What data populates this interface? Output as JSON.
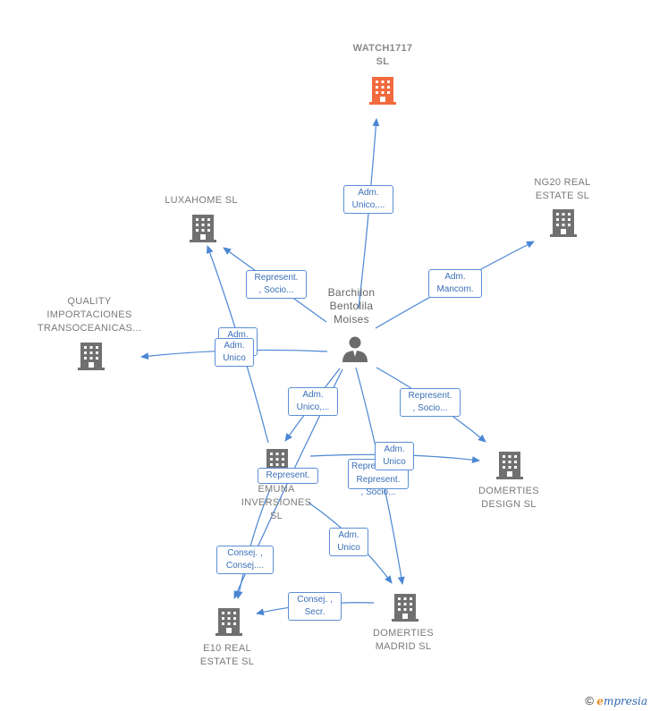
{
  "center": {
    "name": "Barchilon\nBentolila\nMoises"
  },
  "companies": [
    {
      "id": "watch",
      "name": "WATCH1717\nSL",
      "focus": true
    },
    {
      "id": "ng20",
      "name": "NG20 REAL\nESTATE  SL",
      "focus": false
    },
    {
      "id": "luxahome",
      "name": "LUXAHOME  SL",
      "focus": false
    },
    {
      "id": "quality",
      "name": "QUALITY\nIMPORTACIONES\nTRANSOCEANICAS...",
      "focus": false
    },
    {
      "id": "emuna",
      "name": "EMUNA\nINVERSIONES\nSL",
      "focus": false
    },
    {
      "id": "domdesign",
      "name": "DOMERTIES\nDESIGN  SL",
      "focus": false
    },
    {
      "id": "dommadrid",
      "name": "DOMERTIES\nMADRID  SL",
      "focus": false
    },
    {
      "id": "e10",
      "name": "E10 REAL\nESTATE  SL",
      "focus": false
    }
  ],
  "edge_labels": [
    {
      "id": "l-watch",
      "text": "Adm.\nUnico,..."
    },
    {
      "id": "l-ng20",
      "text": "Adm.\nMancom."
    },
    {
      "id": "l-luxa",
      "text": "Represent.\n, Socio..."
    },
    {
      "id": "l-quality-back",
      "text": "Adm."
    },
    {
      "id": "l-quality",
      "text": "Adm.\nUnico"
    },
    {
      "id": "l-emuna",
      "text": "Adm.\nUnico,..."
    },
    {
      "id": "l-domdesign",
      "text": "Represent.\n, Socio..."
    },
    {
      "id": "l-emuna-domdesign",
      "text": "Adm.\nUnico"
    },
    {
      "id": "l-dommadrid-back",
      "text": "Repre"
    },
    {
      "id": "l-dommadrid",
      "text": "Represent.\n, Socio..."
    },
    {
      "id": "l-e10-rep",
      "text": "Represent."
    },
    {
      "id": "l-e10-consej",
      "text": "Consej. ,\nConsej...."
    },
    {
      "id": "l-emuna-dommadrid",
      "text": "Adm.\nUnico"
    },
    {
      "id": "l-dommadrid-e10",
      "text": "Consej. ,\nSecr."
    }
  ],
  "colors": {
    "edge": "#4a86d4",
    "building": "#707070",
    "focus": "#f26a3d",
    "person": "#6b6b6b"
  },
  "footer": {
    "copyright": "©",
    "brand_e": "e",
    "brand": "mpresia"
  }
}
